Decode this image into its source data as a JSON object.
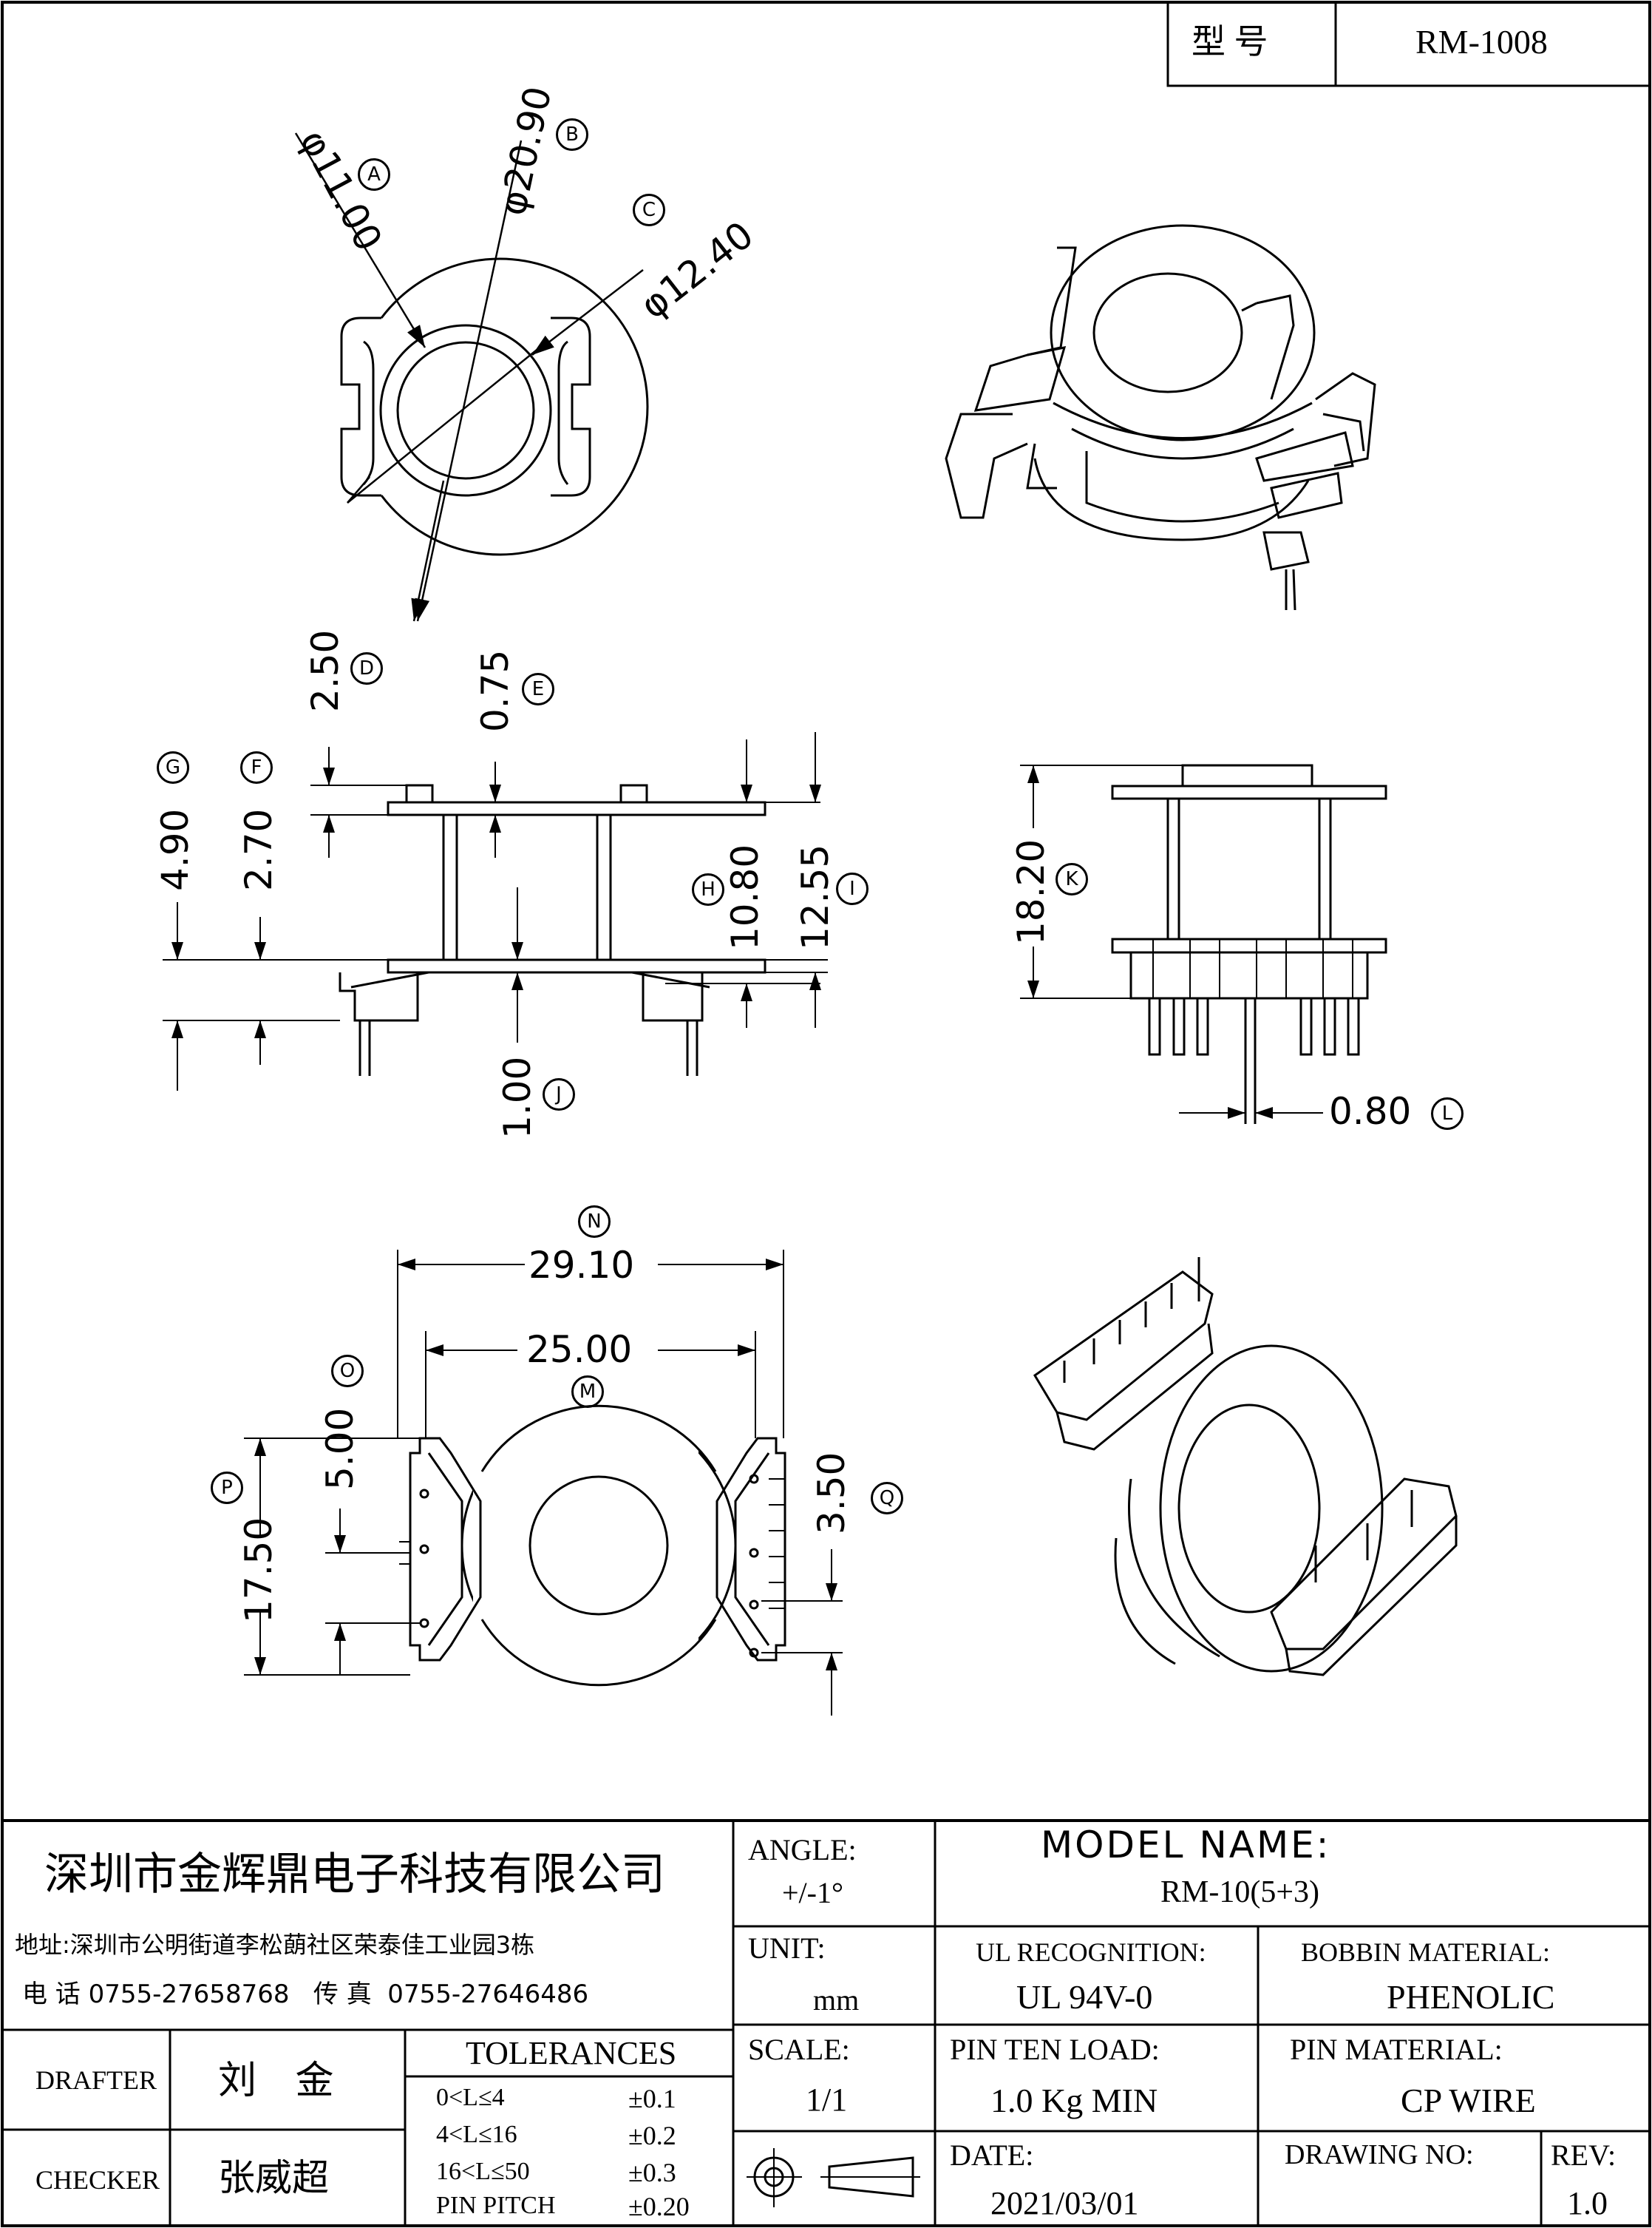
{
  "header": {
    "type_label": "型  号",
    "type_value": "RM-1008"
  },
  "dimensions": {
    "A": {
      "letter": "A",
      "value": "φ11.00"
    },
    "B": {
      "letter": "B",
      "value": "φ20.90"
    },
    "C": {
      "letter": "C",
      "value": "φ12.40"
    },
    "D": {
      "letter": "D",
      "value": "2.50"
    },
    "E": {
      "letter": "E",
      "value": "0.75"
    },
    "F": {
      "letter": "F",
      "value": "2.70"
    },
    "G": {
      "letter": "G",
      "value": "4.90"
    },
    "H": {
      "letter": "H",
      "value": "10.80"
    },
    "I": {
      "letter": "I",
      "value": "12.55"
    },
    "J": {
      "letter": "J",
      "value": "1.00"
    },
    "K": {
      "letter": "K",
      "value": "18.20"
    },
    "L": {
      "letter": "L",
      "value": "0.80"
    },
    "M": {
      "letter": "M",
      "value": "25.00"
    },
    "N": {
      "letter": "N",
      "value": "29.10"
    },
    "O": {
      "letter": "O",
      "value": "5.00"
    },
    "P": {
      "letter": "P",
      "value": "17.50"
    },
    "Q": {
      "letter": "Q",
      "value": "3.50"
    }
  },
  "title_block": {
    "company": "深圳市金辉鼎电子科技有限公司",
    "address": "地址:深圳市公明街道李松蓢社区荣泰佳工业园3栋",
    "phone": "电 话 0755-27658768   传 真  0755-27646486",
    "angle_label": "ANGLE:",
    "angle_value": "+/-1°",
    "model_name_label": "MODEL NAME:",
    "model_name_value": "RM-10(5+3)",
    "unit_label": "UNIT:",
    "unit_value": "mm",
    "ul_label": "UL RECOGNITION:",
    "ul_value": "UL 94V-0",
    "bobbin_label": "BOBBIN MATERIAL:",
    "bobbin_value": "PHENOLIC",
    "drafter_label": "DRAFTER",
    "drafter_value": "刘 金",
    "checker_label": "CHECKER",
    "checker_value": "张威超",
    "tolerances_label": "TOLERANCES",
    "tolerances": [
      {
        "range": "0<L≤4",
        "value": "±0.1"
      },
      {
        "range": "4<L≤16",
        "value": "±0.2"
      },
      {
        "range": "16<L≤50",
        "value": "±0.3"
      },
      {
        "range": "PIN PITCH",
        "value": "±0.20"
      }
    ],
    "scale_label": "SCALE:",
    "scale_value": "1/1",
    "pin_load_label": "PIN TEN LOAD:",
    "pin_load_value": "1.0 Kg MIN",
    "pin_material_label": "PIN MATERIAL:",
    "pin_material_value": "CP WIRE",
    "date_label": "DATE:",
    "date_value": "2021/03/01",
    "drawing_no_label": "DRAWING NO:",
    "drawing_no_value": "",
    "rev_label": "REV:",
    "rev_value": "1.0"
  }
}
